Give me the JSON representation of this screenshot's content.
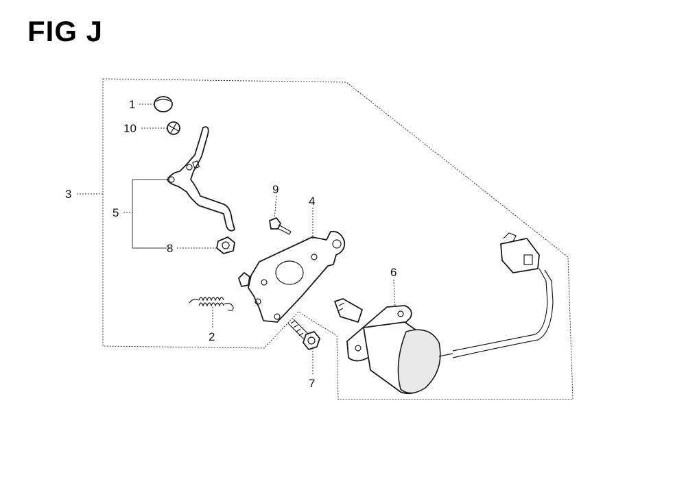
{
  "figure": {
    "title": "FIG J"
  },
  "callouts": [
    "1",
    "10",
    "3",
    "5",
    "8",
    "9",
    "4",
    "2",
    "6",
    "7"
  ]
}
